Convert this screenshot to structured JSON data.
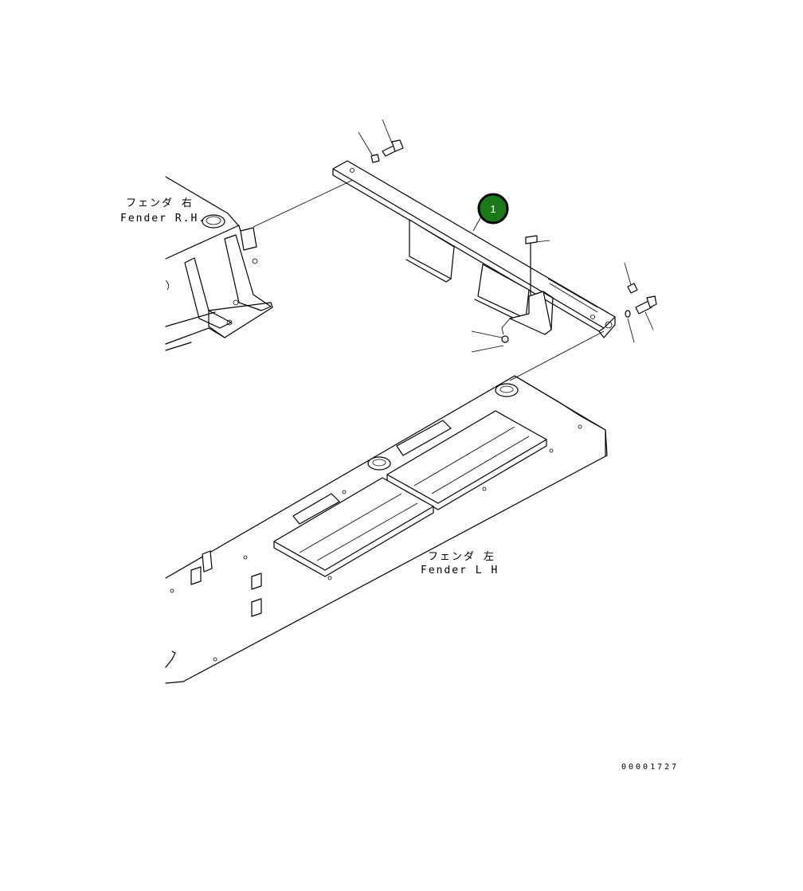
{
  "labels": {
    "fender_rh_jp": "フェンダ 右",
    "fender_rh_en": "Fender R.H.",
    "fender_lh_jp": "フェンダ 左",
    "fender_lh_en": "Fender L H",
    "drawing_code": "00001727"
  },
  "callout": {
    "number": "1",
    "color": "#1a7a1a",
    "ring_color": "#000000"
  },
  "colors": {
    "line": "#000000",
    "background": "#ffffff"
  }
}
